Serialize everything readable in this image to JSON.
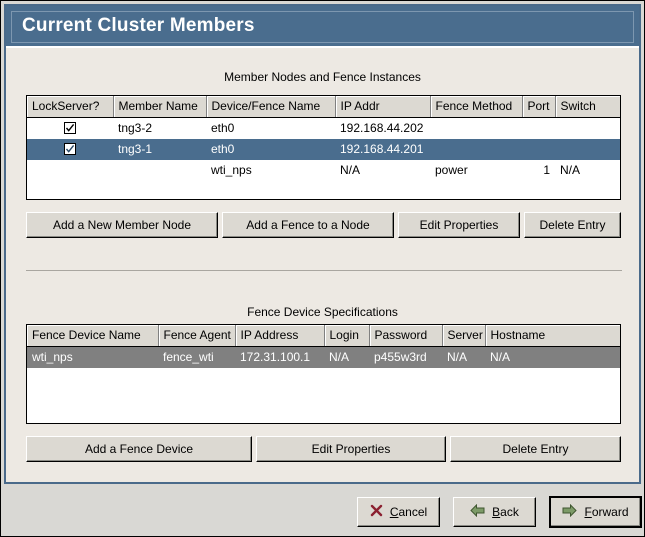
{
  "window": {
    "title": "Current Cluster Members"
  },
  "members_section": {
    "caption": "Member Nodes and Fence Instances",
    "columns": [
      "LockServer?",
      "Member Name",
      "Device/Fence Name",
      "IP Addr",
      "Fence Method",
      "Port",
      "Switch"
    ],
    "rows": [
      {
        "lockserver": "checked",
        "member_name": "tng3-2",
        "device_fence_name": "eth0",
        "ip_addr": "192.168.44.202",
        "fence_method": "",
        "port": "",
        "switch": "",
        "state": "normal"
      },
      {
        "lockserver": "checked",
        "member_name": "tng3-1",
        "device_fence_name": "eth0",
        "ip_addr": "192.168.44.201",
        "fence_method": "",
        "port": "",
        "switch": "",
        "state": "selected-focused"
      },
      {
        "lockserver": "",
        "member_name": "",
        "device_fence_name": "wti_nps",
        "ip_addr": "N/A",
        "fence_method": "power",
        "port": "1",
        "switch": "N/A",
        "state": "normal"
      }
    ],
    "buttons": [
      {
        "label": "Add a New Member Node"
      },
      {
        "label": "Add a Fence to a Node"
      },
      {
        "label": "Edit Properties"
      },
      {
        "label": "Delete Entry"
      }
    ]
  },
  "devices_section": {
    "caption": "Fence Device Specifications",
    "columns": [
      "Fence Device Name",
      "Fence Agent",
      "IP Address",
      "Login",
      "Password",
      "Server",
      "Hostname"
    ],
    "rows": [
      {
        "fence_device_name": "wti_nps",
        "fence_agent": "fence_wti",
        "ip_address": "172.31.100.1",
        "login": "N/A",
        "password": "p455w3rd",
        "server": "N/A",
        "hostname": "N/A",
        "state": "selected-unfocused"
      }
    ],
    "buttons": [
      {
        "label": "Add a Fence Device"
      },
      {
        "label": "Edit Properties"
      },
      {
        "label": "Delete Entry"
      }
    ]
  },
  "wizard_buttons": {
    "cancel": {
      "label_before": "C",
      "label_rest": "ancel",
      "icon": "cancel-x-icon"
    },
    "back": {
      "label_before": "B",
      "label_rest": "ack",
      "icon": "arrow-left-icon"
    },
    "forward": {
      "label_before": "F",
      "label_rest": "orward",
      "icon": "arrow-right-icon"
    }
  },
  "colors": {
    "title_bar": "#4a6d8e",
    "panel_bg": "#ede9e3",
    "selection_focused": "#4a6d8e",
    "selection_unfocused": "#808080",
    "button_face": "#dcd9d2",
    "footer_bg": "#d9d8d4",
    "cancel_icon": "#8b2030",
    "nav_icon": "#6e8b5a"
  }
}
